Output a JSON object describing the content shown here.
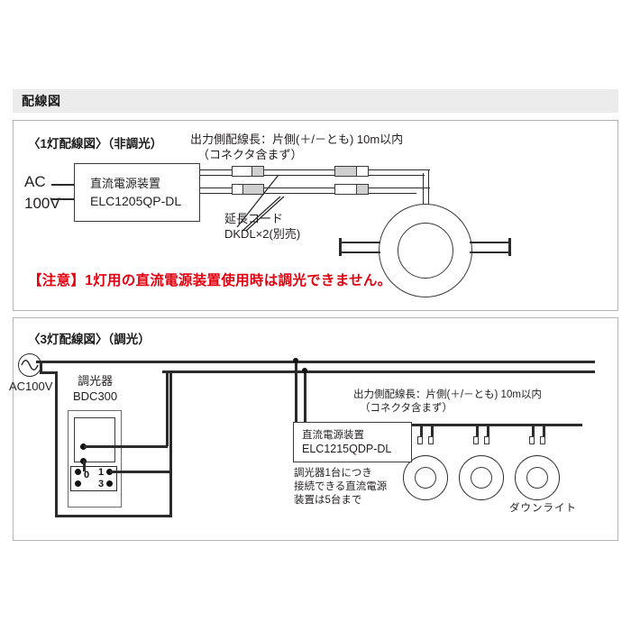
{
  "section": {
    "header_title": "配線図"
  },
  "diagram1": {
    "title": "〈1灯配線図〉（非調光）",
    "ac_label": "AC\n100V",
    "ac_line1": "AC",
    "ac_line2": "100V",
    "psu": {
      "line1": "直流電源装置",
      "line2": "ELC1205QP-DL"
    },
    "wire_note_line1": "出力側配線長：片側(＋/－とも) 10m以内",
    "wire_note_line2": "（コネクタ含まず）",
    "ext_cord_line1": "延長コード",
    "ext_cord_line2": "DKDL×2(別売)",
    "warning": "【注意】1灯用の直流電源装置使用時は調光できません。"
  },
  "diagram2": {
    "title": "〈3灯配線図〉（調光）",
    "ac_label": "AC100V",
    "dimmer": {
      "line1": "調光器",
      "line2": "BDC300",
      "terminals": [
        "0",
        "1",
        "3"
      ]
    },
    "psu": {
      "line1": "直流電源装置",
      "line2": "ELC1215QDP-DL"
    },
    "wire_note_line1": "出力側配線長：片側(＋/－とも) 10m以内",
    "wire_note_line2": "（コネクタ含まず）",
    "capacity_note_line1": "調光器1台につき",
    "capacity_note_line2": "接続できる直流電源",
    "capacity_note_line3": "装置は5台まで",
    "downlight_label": "ダウンライト"
  },
  "colors": {
    "header_bg": "#ececec",
    "warning_red": "#e3000f",
    "wire": "#2b2b2b",
    "panel_border": "#b5b5b5"
  }
}
